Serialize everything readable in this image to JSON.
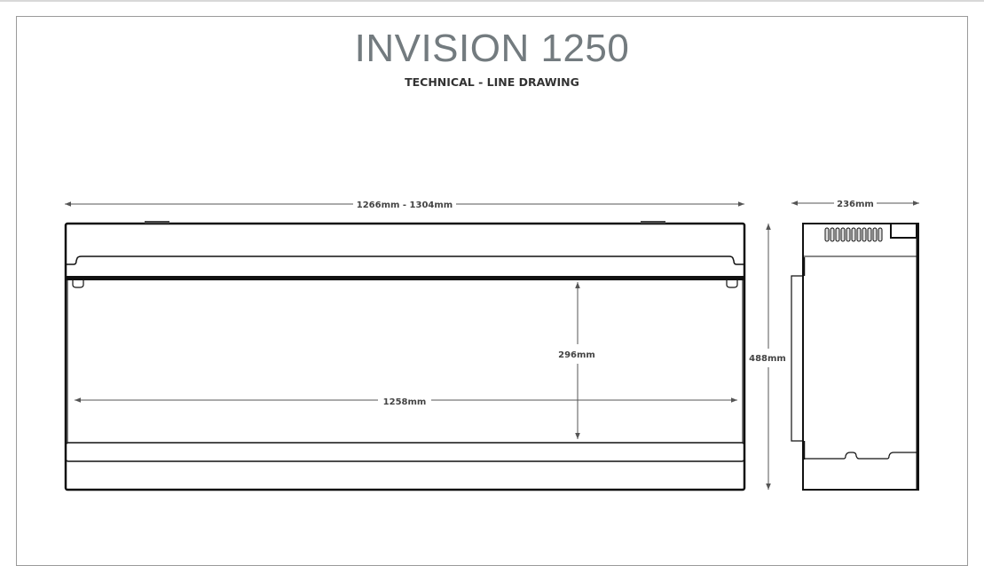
{
  "header": {
    "title": "INVISION 1250",
    "subtitle": "TECHNICAL - LINE DRAWING"
  },
  "front_view": {
    "overall_width": "1266mm - 1304mm",
    "opening_height": "296mm",
    "opening_width": "1258mm",
    "overall_height": "488mm"
  },
  "side_view": {
    "depth": "236mm"
  }
}
